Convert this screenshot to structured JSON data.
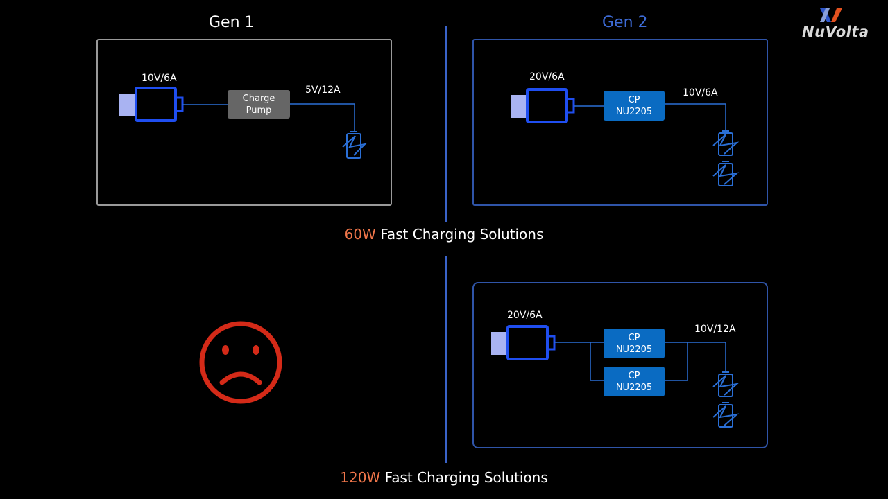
{
  "colors": {
    "background": "#000000",
    "accent": "#f0764a",
    "blue": "#1f4ef0",
    "cp_fill": "#0a6bc2",
    "frown": "#d42a18"
  },
  "logo": {
    "text": "NuVolta",
    "icon": "nuvolta-logo-icon"
  },
  "top": {
    "gen1": {
      "heading": "Gen 1",
      "input_label": "10V/6A",
      "pump_line1": "Charge",
      "pump_line2": "Pump",
      "output_label": "5V/12A"
    },
    "gen2": {
      "heading": "Gen 2",
      "input_label": "20V/6A",
      "cp_line1": "CP",
      "cp_line2": "NU2205",
      "output_label": "10V/6A"
    },
    "footer_power": "60W",
    "footer_text": "Fast Charging Solutions"
  },
  "bottom": {
    "gen1_icon": "sad-face-icon",
    "gen2": {
      "input_label": "20V/6A",
      "cp_a_line1": "CP",
      "cp_a_line2": "NU2205",
      "cp_b_line1": "CP",
      "cp_b_line2": "NU2205",
      "output_label": "10V/12A"
    },
    "footer_power": "120W",
    "footer_text": "Fast Charging Solutions"
  }
}
